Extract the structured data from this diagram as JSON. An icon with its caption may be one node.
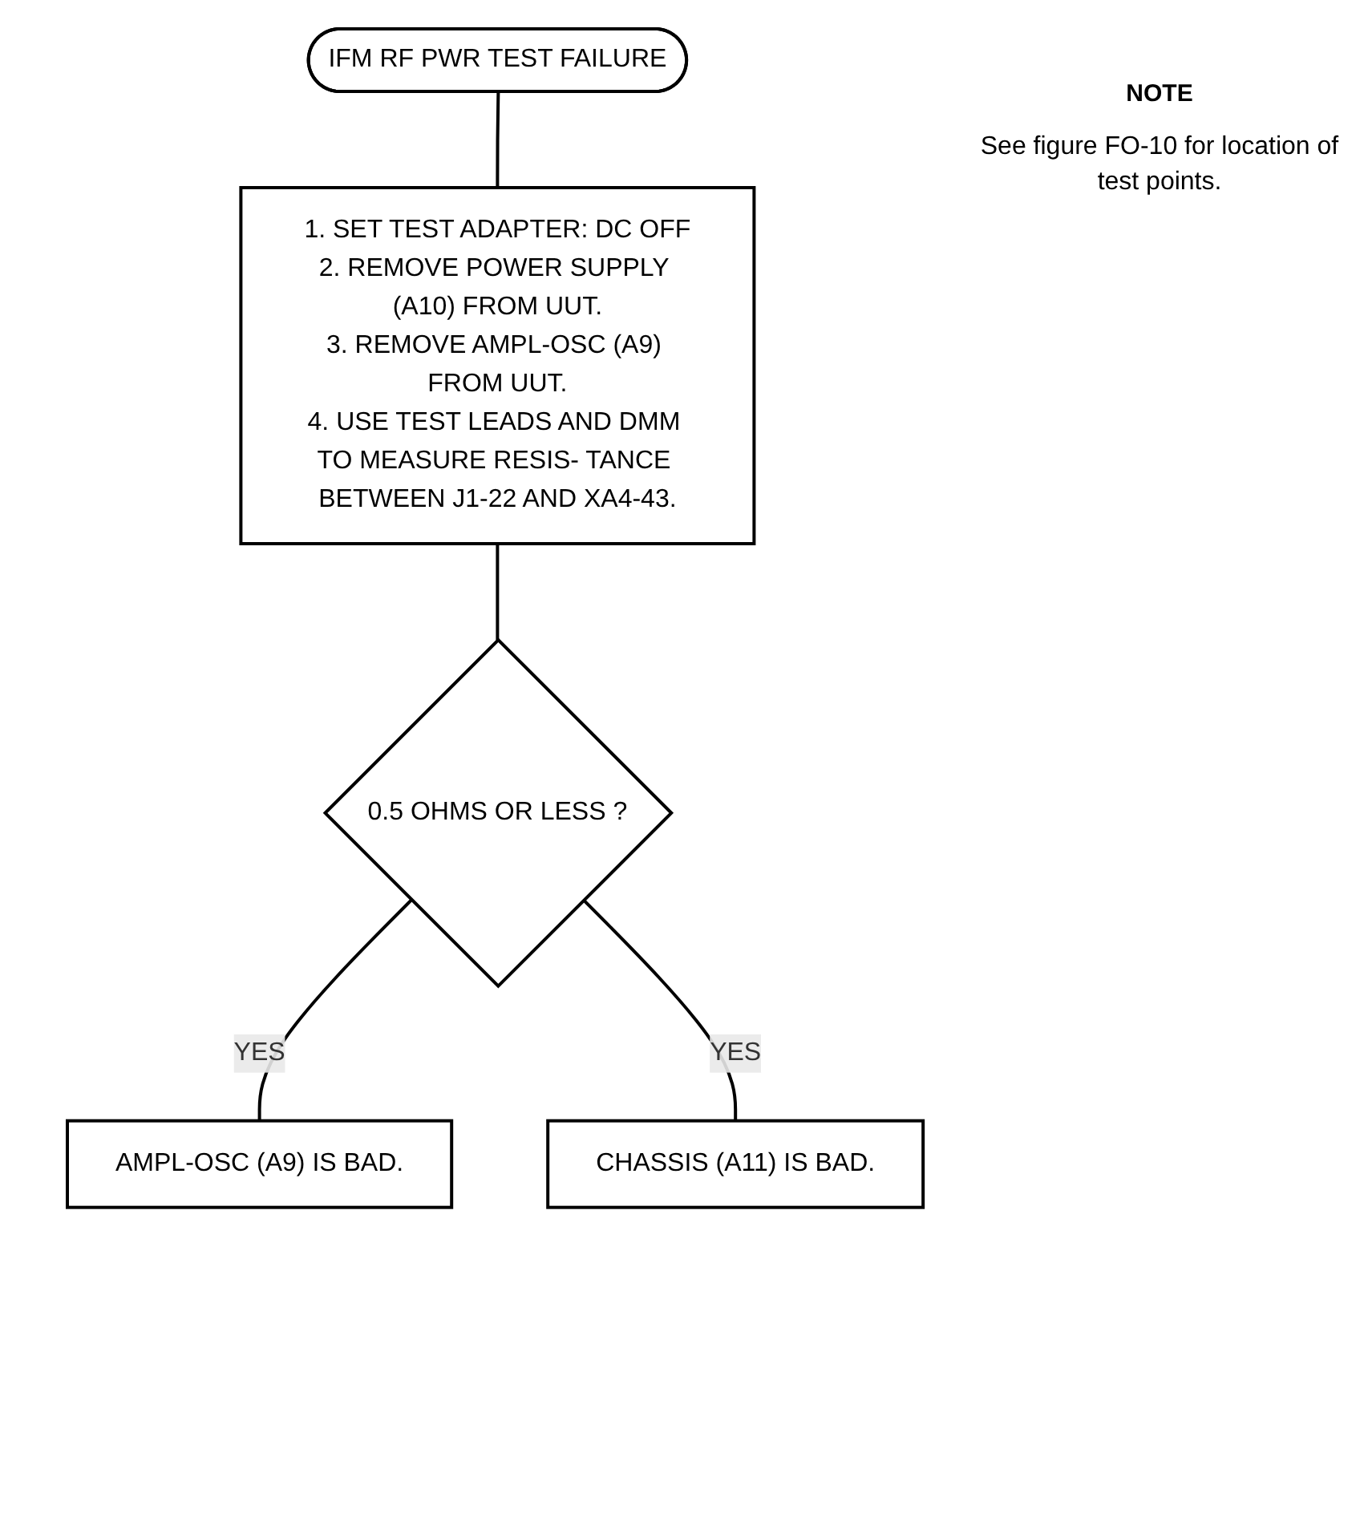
{
  "diagram": {
    "nodes": [
      {
        "text": [
          "IFM RF PWR TEST FAILURE"
        ]
      },
      {
        "text": [
          "1. SET TEST ADAPTER: DC OFF",
          "2. REMOVE POWER SUPPLY (A10) FROM UUT.",
          "3. REMOVE AMPL-OSC (A9) FROM UUT.",
          "4. USE TEST LEADS AND DMM TO MEASURE RESIS- TANCE BETWEEN J1-22 AND XA4-43."
        ]
      },
      {
        "text": [
          "0.5 OHMS OR LESS ?"
        ]
      },
      {
        "text": [
          "AMPL-OSC (A9) IS BAD."
        ]
      },
      {
        "text": [
          "CHASSIS (A11) IS BAD."
        ]
      }
    ],
    "edges": [
      {
        "from": 0,
        "to": 1,
        "arrow": "none"
      },
      {
        "from": 1,
        "to": 2,
        "arrow": "none"
      },
      {
        "from": 2,
        "to": 3,
        "arrow": "none",
        "label": "YES"
      },
      {
        "from": 2,
        "to": 4,
        "arrow": "none",
        "label": "YES"
      }
    ],
    "labels": [
      "NOTE",
      "See figure FO-10 for location of test points."
    ]
  }
}
